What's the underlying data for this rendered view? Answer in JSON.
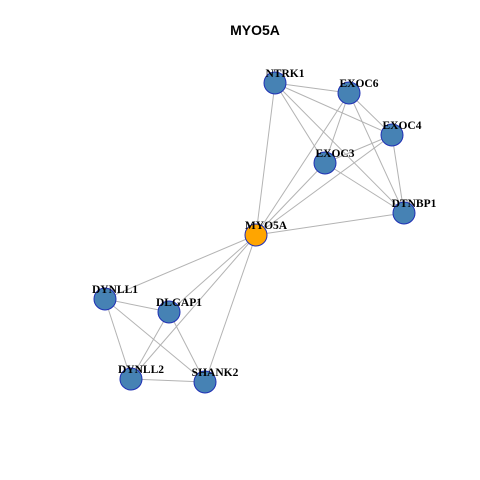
{
  "title": "MYO5A",
  "colors": {
    "hub": "#ffa500",
    "node": "#4682b4",
    "node_border": "#1f2fb5",
    "hub_border": "#333333",
    "edge": "#b3b3b3"
  },
  "nodes": [
    {
      "id": "MYO5A",
      "label": "MYO5A",
      "hub": true
    },
    {
      "id": "NTRK1",
      "label": "NTRK1"
    },
    {
      "id": "EXOC6",
      "label": "EXOC6"
    },
    {
      "id": "EXOC4",
      "label": "EXOC4"
    },
    {
      "id": "EXOC3",
      "label": "EXOC3"
    },
    {
      "id": "DTNBP1",
      "label": "DTNBP1"
    },
    {
      "id": "DYNLL1",
      "label": "DYNLL1"
    },
    {
      "id": "DLGAP1",
      "label": "DLGAP1"
    },
    {
      "id": "DYNLL2",
      "label": "DYNLL2"
    },
    {
      "id": "SHANK2",
      "label": "SHANK2"
    }
  ],
  "edges": [
    [
      "MYO5A",
      "NTRK1"
    ],
    [
      "MYO5A",
      "EXOC6"
    ],
    [
      "MYO5A",
      "EXOC4"
    ],
    [
      "MYO5A",
      "EXOC3"
    ],
    [
      "MYO5A",
      "DTNBP1"
    ],
    [
      "MYO5A",
      "DYNLL1"
    ],
    [
      "MYO5A",
      "DLGAP1"
    ],
    [
      "MYO5A",
      "DYNLL2"
    ],
    [
      "MYO5A",
      "SHANK2"
    ],
    [
      "NTRK1",
      "EXOC6"
    ],
    [
      "NTRK1",
      "EXOC4"
    ],
    [
      "NTRK1",
      "EXOC3"
    ],
    [
      "NTRK1",
      "DTNBP1"
    ],
    [
      "EXOC6",
      "EXOC4"
    ],
    [
      "EXOC6",
      "EXOC3"
    ],
    [
      "EXOC6",
      "DTNBP1"
    ],
    [
      "EXOC4",
      "EXOC3"
    ],
    [
      "EXOC4",
      "DTNBP1"
    ],
    [
      "EXOC3",
      "DTNBP1"
    ],
    [
      "DYNLL1",
      "DLGAP1"
    ],
    [
      "DYNLL1",
      "DYNLL2"
    ],
    [
      "DYNLL1",
      "SHANK2"
    ],
    [
      "DLGAP1",
      "DYNLL2"
    ],
    [
      "DLGAP1",
      "SHANK2"
    ],
    [
      "DYNLL2",
      "SHANK2"
    ]
  ]
}
